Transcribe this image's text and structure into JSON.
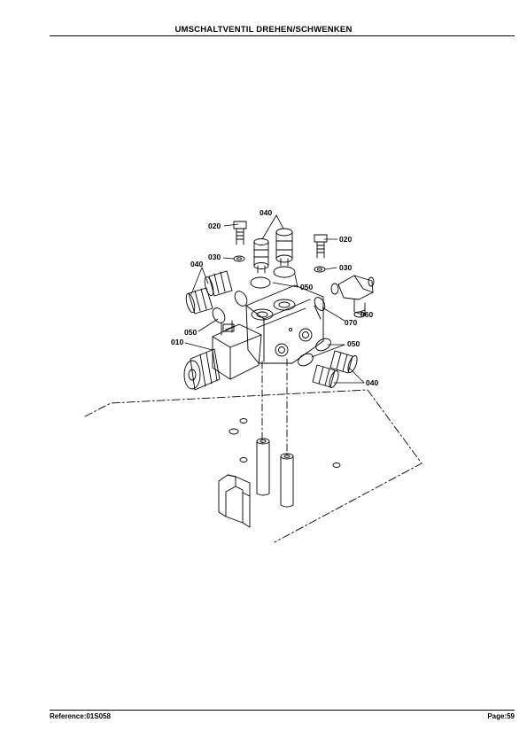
{
  "header": {
    "title": "UMSCHALTVENTIL DREHEN/SCHWENKEN"
  },
  "footer": {
    "reference": "Reference:01S058",
    "page": "Page:59"
  },
  "callouts": {
    "c010": "010",
    "c020a": "020",
    "c020b": "020",
    "c030a": "030",
    "c030b": "030",
    "c040a": "040",
    "c040b": "040",
    "c040c": "040",
    "c050a": "050",
    "c050b": "050",
    "c050c": "050",
    "c060": "060",
    "c070": "070"
  }
}
